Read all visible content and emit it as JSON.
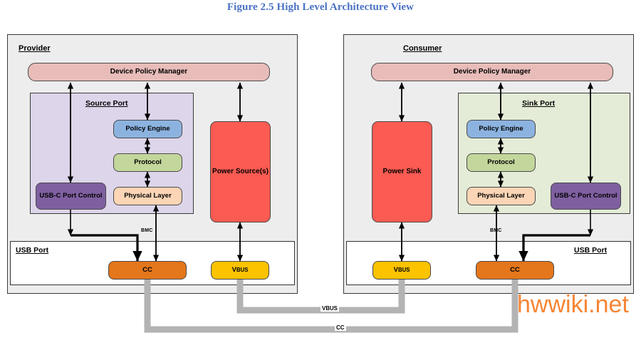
{
  "figure": {
    "title": "Figure 2.5 High Level Architecture View",
    "title_color": "#4a72c4"
  },
  "watermark": {
    "text": "hwwiki.net",
    "color": "#f58535"
  },
  "provider": {
    "label": "Provider",
    "dpm": "Device Policy Manager",
    "port": {
      "label": "Source Port",
      "policy_engine": "Policy Engine",
      "protocol": "Protocol",
      "physical_layer": "Physical Layer",
      "usbc_port_control": "USB-C Port Control"
    },
    "power": "Power Source(s)",
    "usb_port": {
      "label": "USB Port",
      "cc": "CC",
      "vbus_head": "V",
      "vbus_tail": "BUS"
    },
    "bmc": "BMC"
  },
  "consumer": {
    "label": "Consumer",
    "dpm": "Device Policy Manager",
    "port": {
      "label": "Sink Port",
      "policy_engine": "Policy Engine",
      "protocol": "Protocol",
      "physical_layer": "Physical Layer",
      "usbc_port_control": "USB-C Port Control"
    },
    "power": "Power Sink",
    "usb_port": {
      "label": "USB Port",
      "cc": "CC",
      "vbus_head": "V",
      "vbus_tail": "BUS"
    },
    "bmc": "BMC"
  },
  "cables": {
    "vbus_head": "V",
    "vbus_tail": "BUS",
    "cc": "CC"
  },
  "colors": {
    "device_panel": "#ededed",
    "source_port": "#ddd5ea",
    "sink_port": "#e4ecd7",
    "dpm": "#e8bcb9",
    "policy_engine": "#8cb3e0",
    "protocol": "#c3d69b",
    "physical_layer": "#fbd5b5",
    "usbc_port_control": "#7f5fa0",
    "power": "#fb5b52",
    "cc": "#e4761b",
    "vbus": "#fbc300",
    "cable": "#b3b3b3"
  }
}
